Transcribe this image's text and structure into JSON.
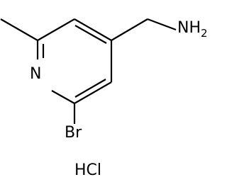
{
  "diagram": {
    "atoms": {
      "ring_nitrogen": "N",
      "amine": "NH",
      "amine_subscript": "2",
      "bromine": "Br",
      "salt": "HCl"
    },
    "colors": {
      "bond": "#000000",
      "text": "#000000",
      "background": "#ffffff"
    }
  }
}
